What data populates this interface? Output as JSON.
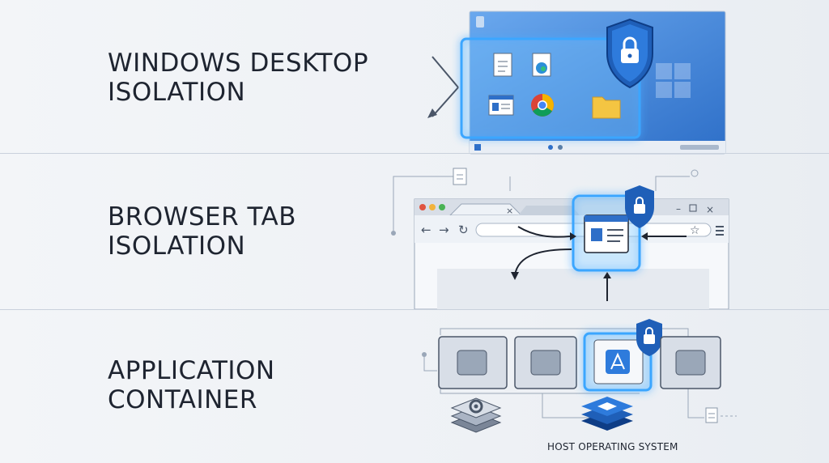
{
  "sections": [
    {
      "id": "desktop",
      "title_line1": "WINDOWS DESKTOP",
      "title_line2": "ISOLATION"
    },
    {
      "id": "browser",
      "title_line1": "BROWSER TAB",
      "title_line2": "ISOLATION"
    },
    {
      "id": "app",
      "title_line1": "APPLICATION",
      "title_line2": "CONTAINER"
    }
  ],
  "host_label": "HOST OPERATING SYSTEM",
  "colors": {
    "accent_glow": "#3aa6ff",
    "shield": "#1f5fb8",
    "desktop_bg": "#4a8fe0",
    "ink": "#1e2430",
    "line": "#9aa7b8"
  },
  "icons": [
    "lock-shield-icon",
    "document-icon",
    "edge-icon",
    "window-icon",
    "chrome-icon",
    "folder-icon",
    "recycle-bin-icon",
    "start-icon",
    "app-store-icon",
    "gear-stack-icon",
    "layers-stack-icon"
  ]
}
